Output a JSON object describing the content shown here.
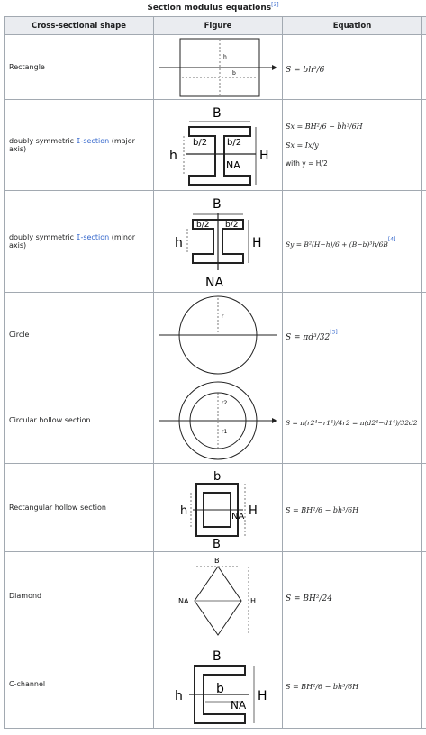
{
  "caption": {
    "title": "Section modulus equations",
    "ref": "[3]"
  },
  "headers": {
    "shape": "Cross-sectional shape",
    "figure": "Figure",
    "equation": "Equation"
  },
  "rows": {
    "rect": {
      "name": "Rectangle",
      "fig_h": "h",
      "fig_b": "b",
      "eq": "S = bh²/6"
    },
    "ibeam_major": {
      "pre": "doubly symmetric ",
      "link": "I",
      "link2": "-section",
      "post": " (major axis)",
      "fig_B": "B",
      "fig_h": "h",
      "fig_H": "H",
      "fig_b2a": "b/2",
      "fig_b2b": "b/2",
      "fig_NA": "NA",
      "eq1": "Sx = BH²/6 − bh³/6H",
      "eq2": "Sx = Ix/y",
      "eq3": "with y = H/2"
    },
    "ibeam_minor": {
      "pre": "doubly symmetric ",
      "link": "I",
      "link2": "-section",
      "post": " (minor axis)",
      "fig_B": "B",
      "fig_h": "h",
      "fig_H": "H",
      "fig_b2a": "b/2",
      "fig_b2b": "b/2",
      "fig_NA": "NA",
      "eq": "Sy = B²(H−h)/6 + (B−b)³h/6B",
      "ref": "[4]"
    },
    "circle": {
      "name": "Circle",
      "fig_r": "r",
      "eq": "S = πd³/32",
      "ref": "[3]"
    },
    "hollow_circle": {
      "name": "Circular hollow section",
      "fig_r1": "r1",
      "fig_r2": "r2",
      "eq": "S = π(r2⁴−r1⁴)/4r2 = π(d2⁴−d1⁴)/32d2"
    },
    "rect_hollow": {
      "name": "Rectangular hollow section",
      "fig_b": "b",
      "fig_B": "B",
      "fig_h": "h",
      "fig_H": "H",
      "fig_NA": "NA",
      "eq": "S = BH²/6 − bh³/6H"
    },
    "diamond": {
      "name": "Diamond",
      "fig_B": "B",
      "fig_H": "H",
      "fig_NA": "NA",
      "eq": "S = BH²/24"
    },
    "cchannel": {
      "name": "C-channel",
      "fig_B": "B",
      "fig_b": "b",
      "fig_h": "h",
      "fig_H": "H",
      "fig_NA": "NA",
      "eq": "S = BH²/6 − bh³/6H"
    }
  }
}
